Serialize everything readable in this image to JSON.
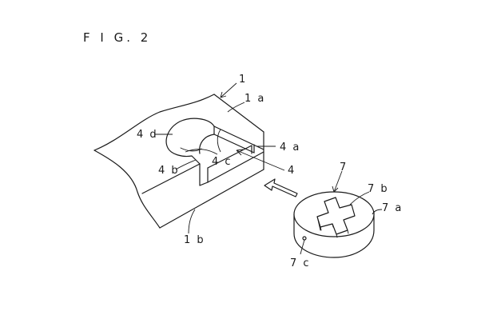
{
  "figure": {
    "title": "F I G. 2"
  },
  "labels": {
    "l_1": "1",
    "l_1a": "1 a",
    "l_1b": "1 b",
    "l_4": "4",
    "l_4a": "4 a",
    "l_4b": "4 b",
    "l_4c": "4 c",
    "l_4d": "4 d",
    "l_7": "7",
    "l_7a": "7 a",
    "l_7b": "7 b",
    "l_7c": "7 c"
  }
}
